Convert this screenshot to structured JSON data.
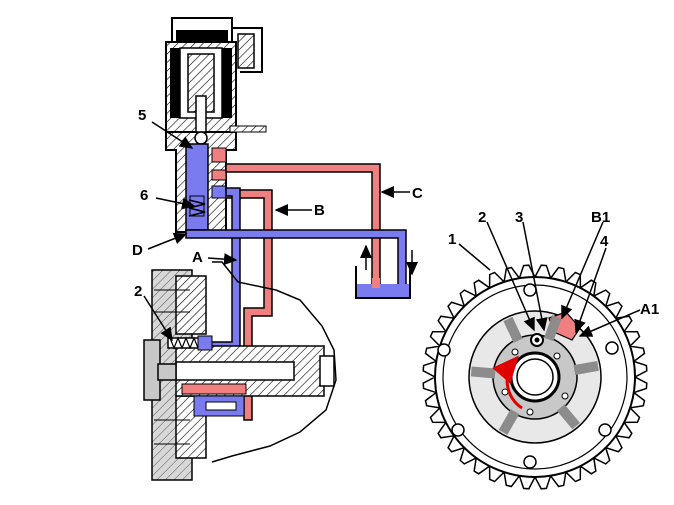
{
  "labels": {
    "l5": "5",
    "l6": "6",
    "lD": "D",
    "lA": "A",
    "lB": "B",
    "lC": "C",
    "l2_left": "2",
    "l1": "1",
    "l2_right": "2",
    "l3": "3",
    "lB1": "B1",
    "l4": "4",
    "lA1": "A1"
  },
  "colors": {
    "pressure_red": "#f08080",
    "return_blue": "#7b7bf0",
    "outline": "#000000",
    "gray_metal": "#c8c8c8",
    "dark_gray": "#8c8c8c",
    "rotation_arrow": "#e00000"
  }
}
